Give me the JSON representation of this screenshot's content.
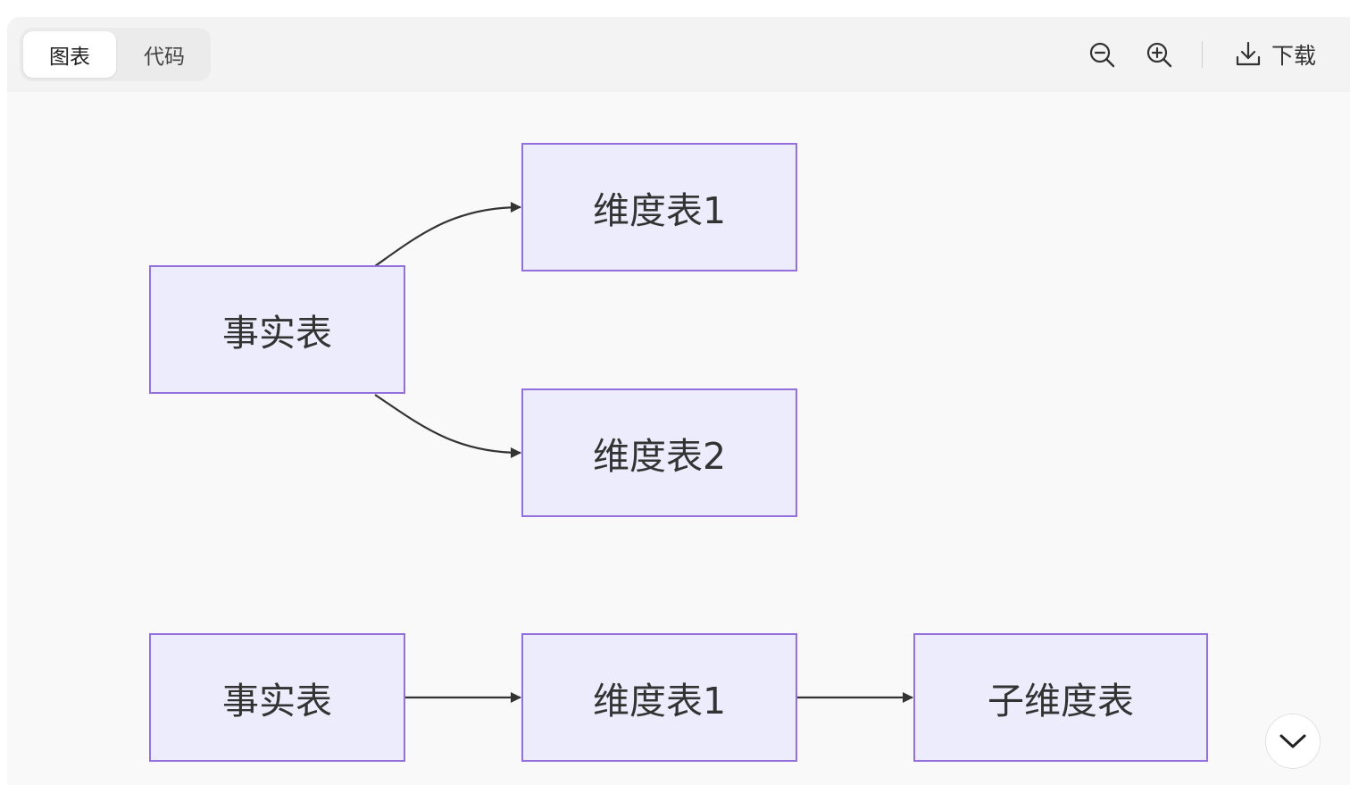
{
  "tabs": {
    "diagram": "图表",
    "code": "代码"
  },
  "toolbar": {
    "zoom_out_icon": "zoom-out-icon",
    "zoom_in_icon": "zoom-in-icon",
    "download_label": "下载"
  },
  "diagram": {
    "node_fill": "#ececfd",
    "node_stroke": "#9370db",
    "nodes": {
      "fact_a": "事实表",
      "dim1_a": "维度表1",
      "dim2": "维度表2",
      "fact_b": "事实表",
      "dim1_b": "维度表1",
      "subdim": "子维度表"
    },
    "edges": [
      {
        "from": "fact_a",
        "to": "dim1_a"
      },
      {
        "from": "fact_a",
        "to": "dim2"
      },
      {
        "from": "fact_b",
        "to": "dim1_b"
      },
      {
        "from": "dim1_b",
        "to": "subdim"
      }
    ]
  }
}
